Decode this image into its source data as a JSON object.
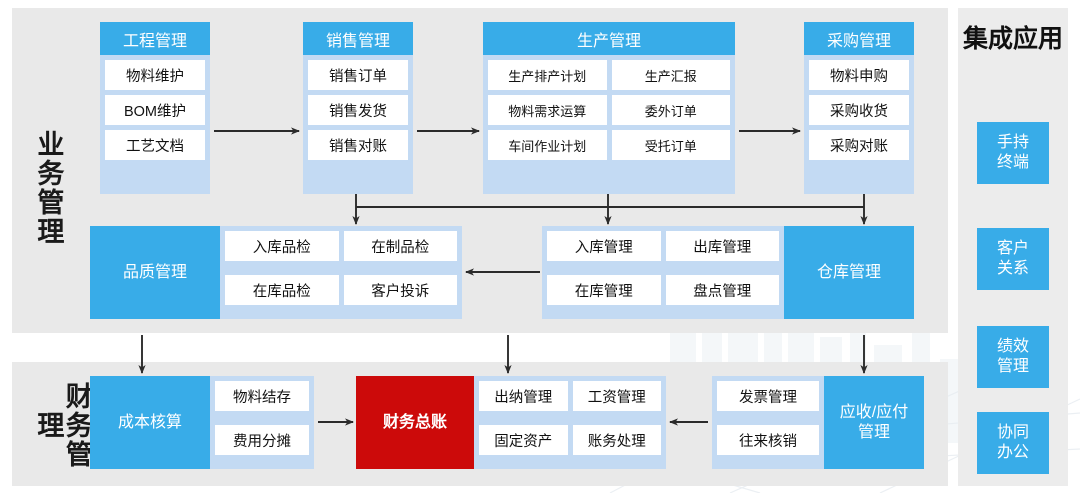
{
  "sections": {
    "business": {
      "label": "业务管理"
    },
    "finance": {
      "label": "财务管理"
    },
    "apps": {
      "title": "集成应用"
    }
  },
  "modules": {
    "engineering": {
      "title": "工程管理",
      "items": [
        "物料维护",
        "BOM维护",
        "工艺文档"
      ]
    },
    "sales": {
      "title": "销售管理",
      "items": [
        "销售订单",
        "销售发货",
        "销售对账"
      ]
    },
    "production": {
      "title": "生产管理",
      "items": [
        "生产排产计划",
        "生产汇报",
        "物料需求运算",
        "委外订单",
        "车间作业计划",
        "受托订单"
      ]
    },
    "purchase": {
      "title": "采购管理",
      "items": [
        "物料申购",
        "采购收货",
        "采购对账"
      ]
    },
    "quality": {
      "title": "品质管理",
      "items": [
        "入库品检",
        "在制品检",
        "在库品检",
        "客户投诉"
      ]
    },
    "warehouse": {
      "title": "仓库管理",
      "items": [
        "入库管理",
        "出库管理",
        "在库管理",
        "盘点管理"
      ]
    },
    "cost": {
      "title": "成本核算",
      "items": [
        "物料结存",
        "费用分摊"
      ]
    },
    "ledger": {
      "title": "财务总账",
      "items": [
        "出纳管理",
        "工资管理",
        "固定资产",
        "账务处理"
      ]
    },
    "receivable": {
      "title": "应收/应付\n管理",
      "items": [
        "发票管理",
        "往来核销"
      ]
    }
  },
  "apps": [
    {
      "label": "手持\n终端"
    },
    {
      "label": "客户\n关系"
    },
    {
      "label": "绩效\n管理"
    },
    {
      "label": "协同\n办公"
    }
  ],
  "colors": {
    "accent_blue": "#38ace8",
    "light_blue": "#c3daf3",
    "accent_red": "#cc0a0a",
    "panel_gray": "#e9e9e9",
    "white": "#ffffff",
    "arrow": "#2b2b2b"
  }
}
